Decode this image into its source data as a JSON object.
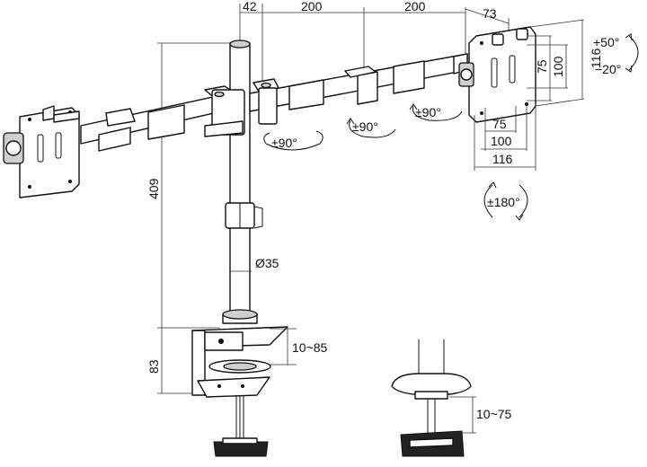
{
  "dimensions": {
    "arm_offset": "42",
    "arm_segment_1": "200",
    "arm_segment_2": "200",
    "vesa_depth": "73",
    "pole_height": "409",
    "pole_diameter": "Ø35",
    "clamp_height": "83",
    "clamp_range": "10~85",
    "grommet_range": "10~75",
    "vesa_small": "75",
    "vesa_large": "100",
    "plate_size": "116",
    "vesa_small_h": "75",
    "vesa_large_h": "100",
    "plate_size_h": "116"
  },
  "rotations": {
    "tilt_up": "+50°",
    "tilt_down": "−20°",
    "swivel_1": "±90°",
    "swivel_2": "±90°",
    "swivel_3": "±90°",
    "rotate": "±180°"
  }
}
